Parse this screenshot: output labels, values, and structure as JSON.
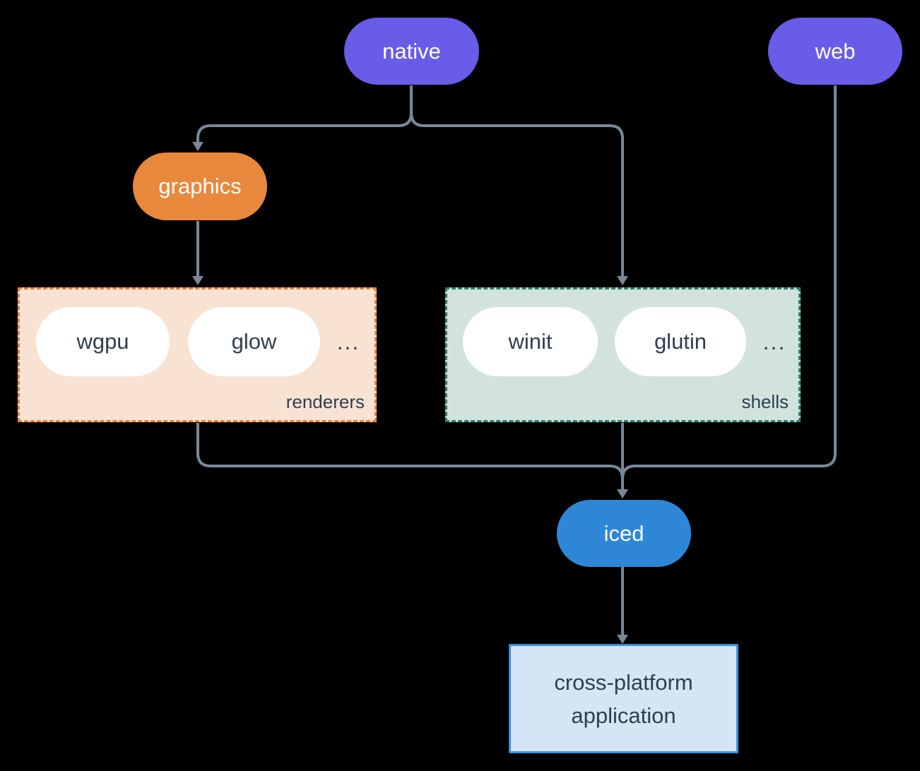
{
  "diagram": {
    "background_color": "#000000",
    "connector_color": "#788896",
    "nodes": {
      "native": {
        "label": "native",
        "color": "#695CE9",
        "text_color": "#FFFFFF"
      },
      "web": {
        "label": "web",
        "color": "#695CE9",
        "text_color": "#FFFFFF"
      },
      "graphics": {
        "label": "graphics",
        "color": "#E8883C",
        "text_color": "#FFFFFF"
      },
      "iced": {
        "label": "iced",
        "color": "#2E87D6",
        "text_color": "#FFFFFF"
      },
      "application": {
        "label": "cross-platform application",
        "bg_color": "#D4E5F6",
        "border_color": "#3E8FDC",
        "text_color": "#2E3F50"
      }
    },
    "groups": {
      "renderers": {
        "label": "renderers",
        "items": [
          "wgpu",
          "glow"
        ],
        "ellipsis": "...",
        "bg_color": "#F8E3D3",
        "border_color": "#E2813B",
        "item_bg_color": "#FFFFFF",
        "item_text_color": "#2E3F50"
      },
      "shells": {
        "label": "shells",
        "items": [
          "winit",
          "glutin"
        ],
        "ellipsis": "...",
        "bg_color": "#D2E2DC",
        "border_color": "#2E7D6E",
        "item_bg_color": "#FFFFFF",
        "item_text_color": "#2E3F50"
      }
    }
  }
}
